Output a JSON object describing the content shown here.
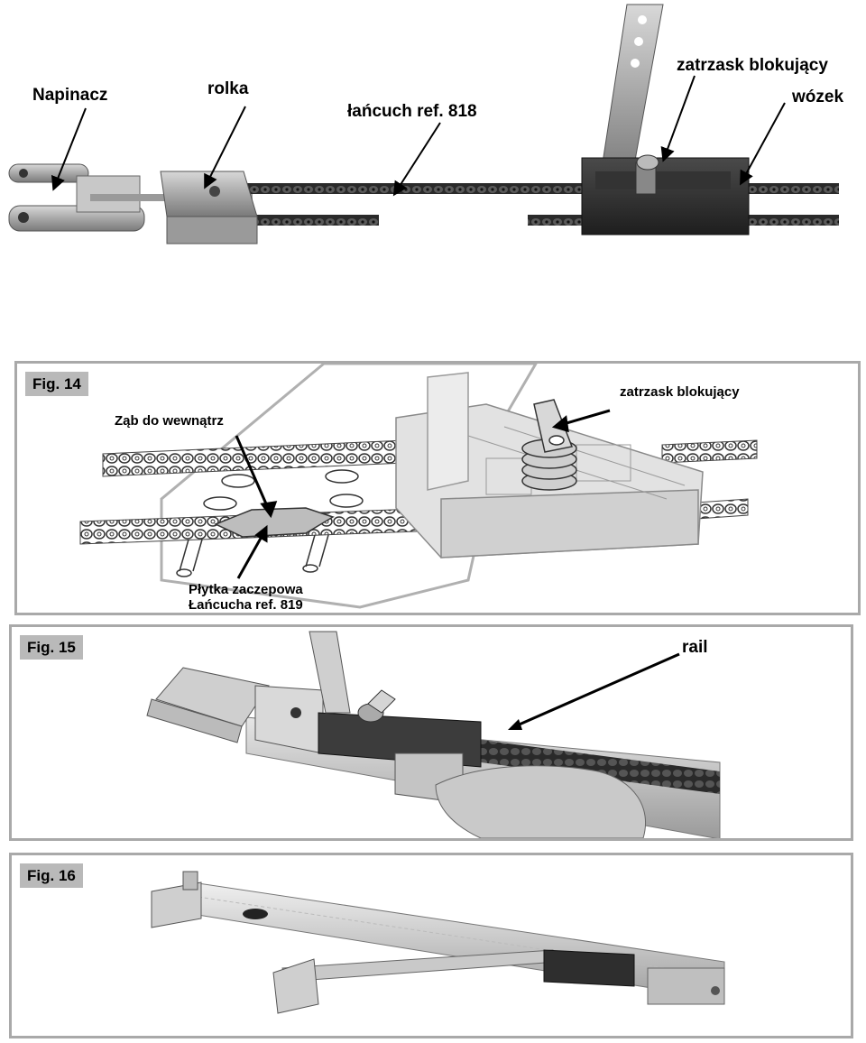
{
  "top_photo": {
    "labels": {
      "napinacz": "Napinacz",
      "rolka": "rolka",
      "lancuch": "łańcuch ref. 818",
      "zatrzask": "zatrzask blokujący",
      "wozek": "wózek"
    }
  },
  "fig14": {
    "tag": "Fig. 14",
    "labels": {
      "zab": "Ząb do wewnątrz",
      "zatrzask": "zatrzask blokujący",
      "plytka_line1": "Płytka zaczepowa",
      "plytka_line2": "Łańcucha ref. 819"
    }
  },
  "fig15": {
    "tag": "Fig. 15",
    "labels": {
      "rail": "rail"
    }
  },
  "fig16": {
    "tag": "Fig. 16"
  },
  "colors": {
    "panel_border": "#a9a9a9",
    "tag_background": "#b9b9b9",
    "text": "#000000"
  }
}
